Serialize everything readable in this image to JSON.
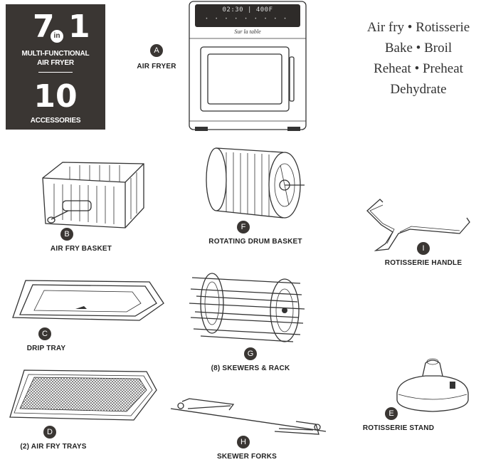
{
  "brand": {
    "num_left": "7",
    "num_in": "in",
    "num_right": "1",
    "line1": "MULTI-FUNCTIONAL",
    "line2": "AIR FRYER",
    "accessory_count": "10",
    "accessory_label": "ACCESSORIES"
  },
  "modes": [
    "Air fry • Rotisserie",
    "Bake • Broil",
    "Reheat • Preheat",
    "Dehydrate"
  ],
  "fryer_display": "02:30 | 400F",
  "fryer_logo": "Sur la table",
  "items": {
    "a": {
      "letter": "A",
      "label": "AIR FRYER"
    },
    "b": {
      "letter": "B",
      "label": "AIR FRY BASKET"
    },
    "c": {
      "letter": "C",
      "label": "DRIP TRAY"
    },
    "d": {
      "letter": "D",
      "label": "(2) AIR FRY TRAYS"
    },
    "e": {
      "letter": "E",
      "label": "ROTISSERIE STAND"
    },
    "f": {
      "letter": "F",
      "label": "ROTATING DRUM BASKET"
    },
    "g": {
      "letter": "G",
      "label": "(8) SKEWERS & RACK"
    },
    "h": {
      "letter": "H",
      "label": "SKEWER FORKS"
    },
    "i": {
      "letter": "I",
      "label": "ROTISSERIE HANDLE"
    }
  }
}
